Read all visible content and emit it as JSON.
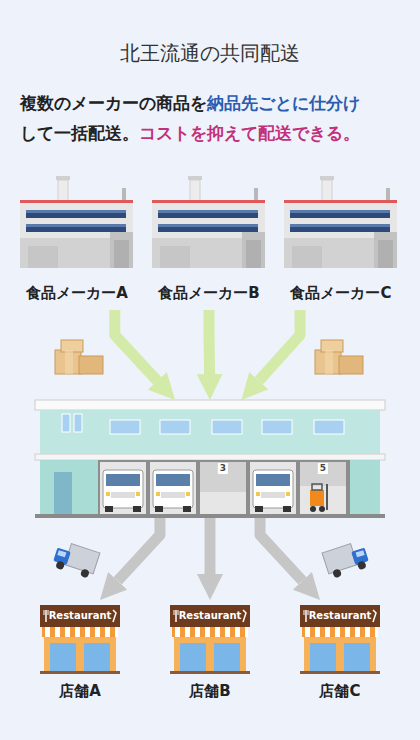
{
  "diagram": {
    "title": "北王流通の共同配送",
    "nodes": [
      {
        "text": [
          "食品メーカーA"
        ]
      },
      {
        "text": [
          "食品メーカーB"
        ]
      },
      {
        "text": [
          "食品メーカーC"
        ]
      },
      {
        "text": [
          "3",
          "5"
        ]
      },
      {
        "text": [
          "Restaurant",
          "店舗A"
        ]
      },
      {
        "text": [
          "Restaurant",
          "店舗B"
        ]
      },
      {
        "text": [
          "Restaurant",
          "店舗C"
        ]
      }
    ],
    "edges": [
      {
        "from": 0,
        "to": 3,
        "arrow": "to"
      },
      {
        "from": 1,
        "to": 3,
        "arrow": "to"
      },
      {
        "from": 2,
        "to": 3,
        "arrow": "to"
      },
      {
        "from": 3,
        "to": 4,
        "arrow": "to"
      },
      {
        "from": 3,
        "to": 5,
        "arrow": "to"
      },
      {
        "from": 3,
        "to": 6,
        "arrow": "to"
      }
    ],
    "labels": [
      "複数のメーカーの商品を",
      "納品先ごとに仕分け",
      "して一括配送。",
      "コストを抑えて配送できる。"
    ]
  }
}
